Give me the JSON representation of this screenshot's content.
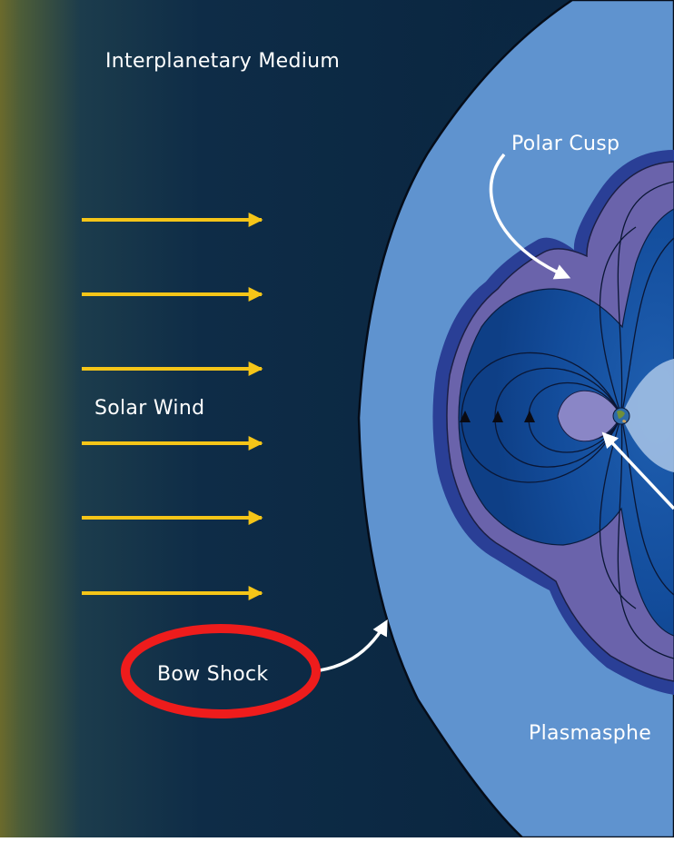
{
  "labels": {
    "interplanetary_medium": "Interplanetary Medium",
    "polar_cusp": "Polar Cusp",
    "solar_wind": "Solar Wind",
    "bow_shock": "Bow Shock",
    "plasmasphere": "Plasmasphe"
  },
  "colors": {
    "solar_wind_arrow": "#f5c518",
    "highlight_ellipse": "#ee1c1c",
    "space_dark": "#0b2a47",
    "sun_glow": "#6b6a2c",
    "magnetosheath": "#5f93cf",
    "magnetopause": "#2a3f96",
    "lobe_purple": "#6a63ab",
    "plasmasphere": "#8a86c6"
  },
  "icons": {
    "earth": "earth-icon",
    "field_direction_arrows": "triangle-up-icon"
  }
}
